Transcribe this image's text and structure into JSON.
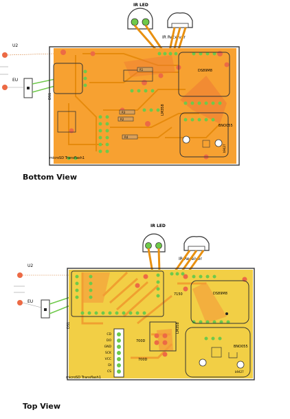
{
  "bottom_view": {
    "caption": "Bottom View",
    "labels": {
      "ir_led": "IR LED",
      "ir_receiver": "IR Receiver",
      "u2": "U2",
      "eu": "EU",
      "ds1": "DS1",
      "lm358": "LM358",
      "ds89m": "DS89M8",
      "bno055": "BNO055",
      "b1": "R1",
      "b2": "R2",
      "b3": "R3",
      "b4": "R4",
      "sd": "microSD Transflash1",
      "corner": "b9427"
    }
  },
  "top_view": {
    "caption": "Top View",
    "labels": {
      "ir_led": "IR LED",
      "ir_receiver": "IR Receiver",
      "u2": "U2",
      "eu": "EU",
      "ds1": "DS1",
      "lm358": "LM358",
      "ds89m": "DS89M8",
      "bno055": "BNO055",
      "r_a": "700D",
      "r_b": "700D",
      "r_c": "7150",
      "sd": "microSD Transflash1",
      "corner": "b9427",
      "pins": [
        "CD",
        "DO",
        "GND",
        "SCK",
        "VCC",
        "DI",
        "CS"
      ]
    }
  },
  "colors": {
    "board": "#f7a131",
    "board_top": "#f2cf45",
    "trace": "#e89010",
    "pad_green": "#6ec94a",
    "pad_red": "#ec6a45",
    "outline": "#3a3a3a"
  }
}
